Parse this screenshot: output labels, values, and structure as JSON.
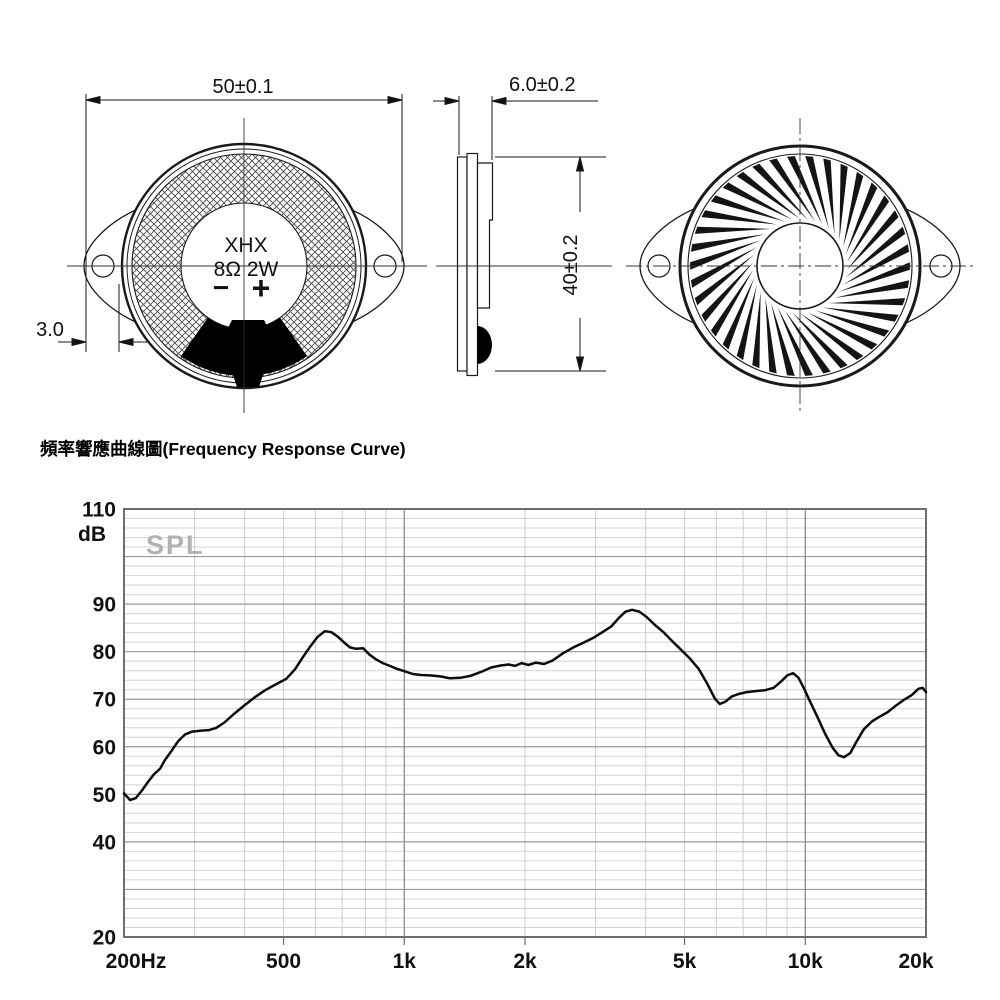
{
  "drawing": {
    "front_view": {
      "brand": "XHX",
      "spec": "8Ω 2W",
      "terminal_minus": "−",
      "terminal_plus": "+"
    },
    "dimensions": {
      "width": "50±0.1",
      "ear_hole_offset": "3.0",
      "depth": "6.0±0.2",
      "height": "40±0.2"
    }
  },
  "section_title": "頻率響應曲線圖(Frequency Response Curve)",
  "chart_data": {
    "type": "line",
    "title": "Frequency Response Curve",
    "x_scale": "log",
    "xlim": [
      200,
      20000
    ],
    "ylim": [
      20,
      110
    ],
    "ylabel": "dB",
    "xlabel": "",
    "watermark": "SPL",
    "grid": "on",
    "y_major_step": 10,
    "y_minor_step": 2,
    "y_tick_labels": [
      {
        "value": 110,
        "label": "110"
      },
      {
        "value": 90,
        "label": "90"
      },
      {
        "value": 80,
        "label": "80"
      },
      {
        "value": 70,
        "label": "70"
      },
      {
        "value": 60,
        "label": "60"
      },
      {
        "value": 50,
        "label": "50"
      },
      {
        "value": 40,
        "label": "40"
      },
      {
        "value": 20,
        "label": "20"
      }
    ],
    "x_ticks": [
      {
        "value": 200,
        "label": "200Hz"
      },
      {
        "value": 500,
        "label": "500"
      },
      {
        "value": 1000,
        "label": "1k"
      },
      {
        "value": 2000,
        "label": "2k"
      },
      {
        "value": 5000,
        "label": "5k"
      },
      {
        "value": 10000,
        "label": "10k"
      },
      {
        "value": 20000,
        "label": "20k"
      }
    ],
    "x_minor_gridlines": [
      300,
      400,
      500,
      600,
      700,
      800,
      900,
      2000,
      3000,
      4000,
      5000,
      6000,
      7000,
      8000,
      9000
    ],
    "x_major_gridlines": [
      1000,
      10000
    ],
    "series": [
      {
        "name": "SPL",
        "points": [
          [
            200,
            50.2
          ],
          [
            207,
            48.8
          ],
          [
            214,
            49.2
          ],
          [
            222,
            50.9
          ],
          [
            230,
            52.7
          ],
          [
            238,
            54.3
          ],
          [
            246,
            55.4
          ],
          [
            253,
            57.2
          ],
          [
            263,
            59.2
          ],
          [
            273,
            61.2
          ],
          [
            284,
            62.6
          ],
          [
            296,
            63.2
          ],
          [
            312,
            63.4
          ],
          [
            326,
            63.5
          ],
          [
            340,
            64.0
          ],
          [
            356,
            65.1
          ],
          [
            376,
            66.9
          ],
          [
            398,
            68.6
          ],
          [
            422,
            70.3
          ],
          [
            450,
            71.9
          ],
          [
            480,
            73.2
          ],
          [
            508,
            74.3
          ],
          [
            534,
            76.3
          ],
          [
            558,
            78.8
          ],
          [
            584,
            81.2
          ],
          [
            608,
            83.1
          ],
          [
            634,
            84.3
          ],
          [
            658,
            84.1
          ],
          [
            684,
            83.1
          ],
          [
            708,
            81.9
          ],
          [
            732,
            80.9
          ],
          [
            758,
            80.6
          ],
          [
            790,
            80.7
          ],
          [
            818,
            79.4
          ],
          [
            850,
            78.4
          ],
          [
            884,
            77.6
          ],
          [
            920,
            77.0
          ],
          [
            958,
            76.4
          ],
          [
            1000,
            75.9
          ],
          [
            1050,
            75.3
          ],
          [
            1100,
            75.1
          ],
          [
            1160,
            75.0
          ],
          [
            1230,
            74.8
          ],
          [
            1300,
            74.4
          ],
          [
            1380,
            74.5
          ],
          [
            1460,
            74.9
          ],
          [
            1550,
            75.7
          ],
          [
            1650,
            76.7
          ],
          [
            1740,
            77.1
          ],
          [
            1820,
            77.3
          ],
          [
            1890,
            77.0
          ],
          [
            1960,
            77.6
          ],
          [
            2040,
            77.2
          ],
          [
            2130,
            77.7
          ],
          [
            2230,
            77.4
          ],
          [
            2340,
            78.1
          ],
          [
            2480,
            79.6
          ],
          [
            2640,
            80.9
          ],
          [
            2800,
            81.9
          ],
          [
            2960,
            82.9
          ],
          [
            3120,
            84.1
          ],
          [
            3280,
            85.3
          ],
          [
            3420,
            87.0
          ],
          [
            3560,
            88.4
          ],
          [
            3700,
            88.8
          ],
          [
            3860,
            88.4
          ],
          [
            4020,
            87.3
          ],
          [
            4220,
            85.6
          ],
          [
            4440,
            84.0
          ],
          [
            4660,
            82.2
          ],
          [
            4900,
            80.4
          ],
          [
            5160,
            78.5
          ],
          [
            5420,
            76.4
          ],
          [
            5700,
            73.2
          ],
          [
            5950,
            70.1
          ],
          [
            6120,
            69.0
          ],
          [
            6320,
            69.5
          ],
          [
            6560,
            70.6
          ],
          [
            6820,
            71.1
          ],
          [
            7140,
            71.5
          ],
          [
            7520,
            71.7
          ],
          [
            7940,
            71.9
          ],
          [
            8340,
            72.4
          ],
          [
            8700,
            73.7
          ],
          [
            9020,
            75.0
          ],
          [
            9320,
            75.5
          ],
          [
            9620,
            74.5
          ],
          [
            9940,
            72.2
          ],
          [
            10240,
            69.8
          ],
          [
            10700,
            66.4
          ],
          [
            11200,
            62.8
          ],
          [
            11700,
            59.8
          ],
          [
            12100,
            58.2
          ],
          [
            12500,
            57.8
          ],
          [
            12950,
            58.7
          ],
          [
            13400,
            61.0
          ],
          [
            14000,
            63.7
          ],
          [
            14650,
            65.3
          ],
          [
            15300,
            66.3
          ],
          [
            16050,
            67.3
          ],
          [
            16850,
            68.7
          ],
          [
            17650,
            69.9
          ],
          [
            18450,
            70.9
          ],
          [
            19150,
            72.2
          ],
          [
            19600,
            72.4
          ],
          [
            20000,
            71.5
          ]
        ]
      }
    ]
  }
}
